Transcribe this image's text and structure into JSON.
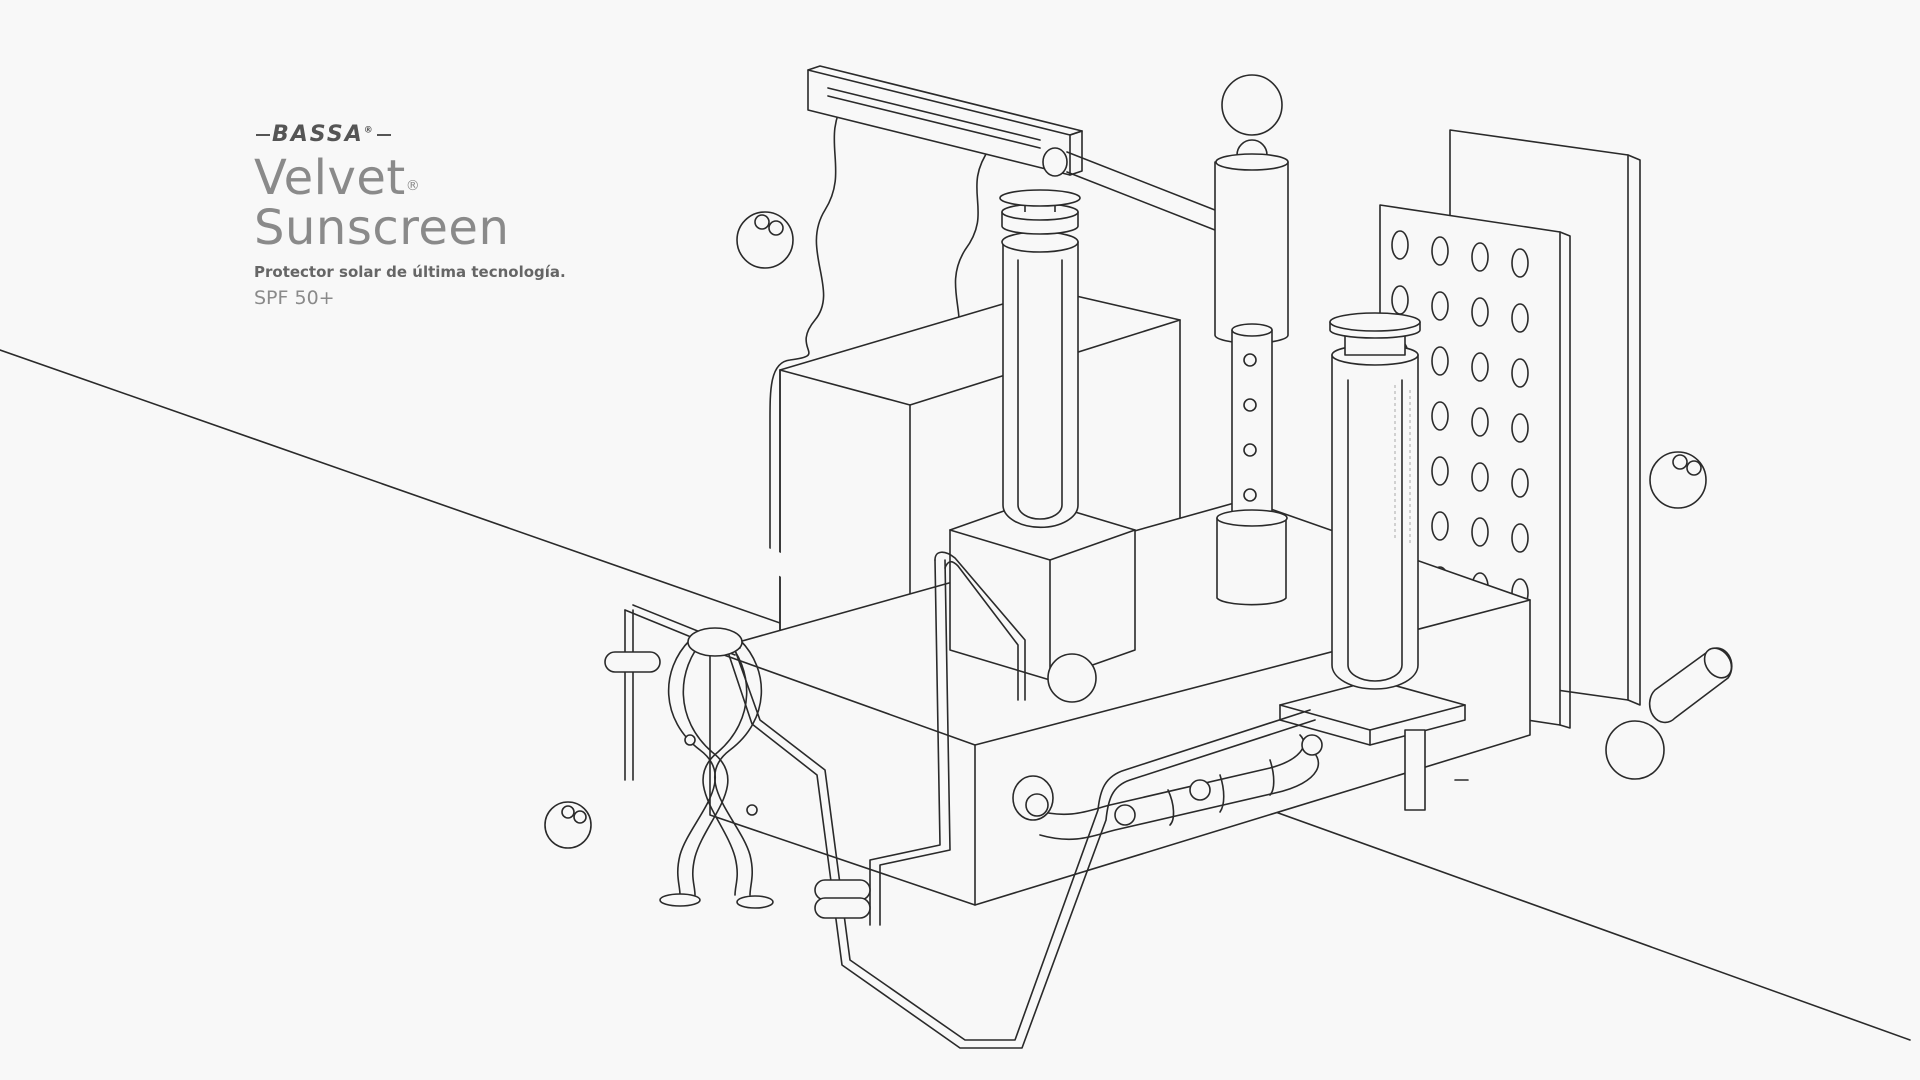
{
  "brand": {
    "logo": "BASSA",
    "logo_mark": "®",
    "product_line1": "Velvet",
    "product_mark": "®",
    "product_line2": "Sunscreen",
    "tagline": "Protector solar de última tecnología.",
    "spf": "SPF 50+"
  },
  "colors": {
    "background": "#f8f8f8",
    "line": "#2a2a2a",
    "title_text": "#8a8a8a"
  },
  "illustration": {
    "icon": "laboratory-machine-illustration",
    "style": "isometric line art"
  }
}
